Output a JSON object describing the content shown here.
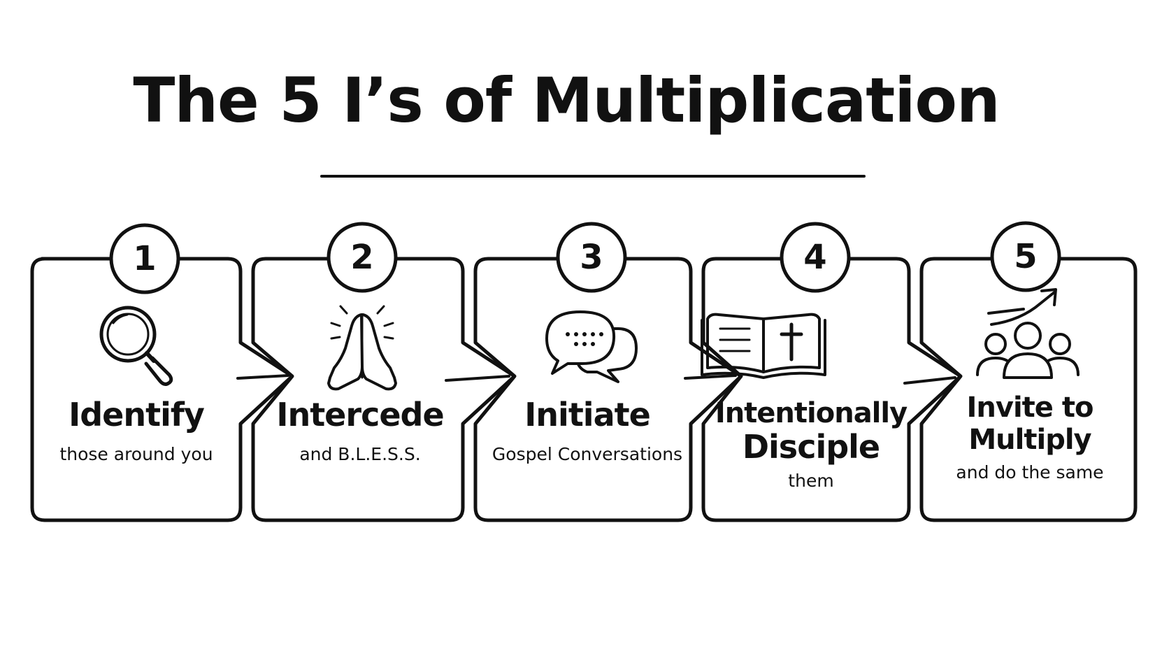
{
  "title": "The 5 I’s of Multiplication",
  "steps": [
    {
      "number": "1",
      "heading": "Identify",
      "subtext": "those around you",
      "icon": "magnifying-glass-icon"
    },
    {
      "number": "2",
      "heading": "Intercede",
      "subtext": "and B.L.E.S.S.",
      "icon": "praying-hands-icon"
    },
    {
      "number": "3",
      "heading": "Initiate",
      "subtext": "Gospel Conversations",
      "icon": "speech-bubbles-icon"
    },
    {
      "number": "4",
      "heading_line1": "Intentionally",
      "heading_line2": "Disciple",
      "subtext": "them",
      "icon": "open-bible-icon"
    },
    {
      "number": "5",
      "heading_line1": "Invite to",
      "heading_line2": "Multiply",
      "subtext": "and do the same",
      "icon": "group-growth-icon"
    }
  ],
  "colors": {
    "ink": "#111111",
    "background": "#ffffff"
  }
}
